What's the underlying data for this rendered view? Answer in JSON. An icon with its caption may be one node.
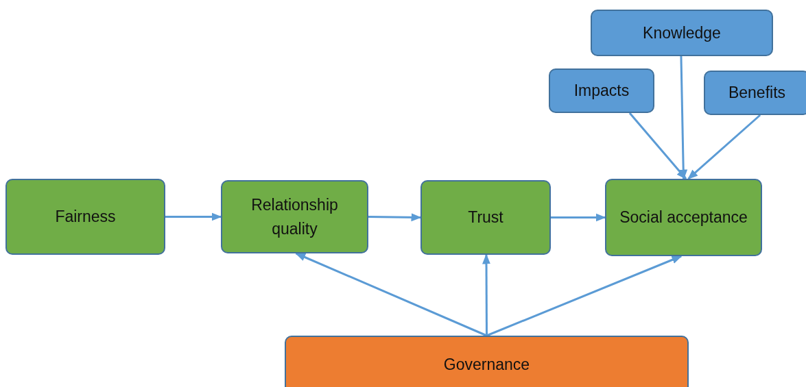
{
  "diagram": {
    "nodes": [
      {
        "text": [
          "Knowledge"
        ]
      },
      {
        "text": [
          "Impacts"
        ]
      },
      {
        "text": [
          "Benefits"
        ]
      },
      {
        "text": [
          "Fairness"
        ]
      },
      {
        "text": [
          "Relationship quality"
        ]
      },
      {
        "text": [
          "Trust"
        ]
      },
      {
        "text": [
          "Social acceptance"
        ]
      },
      {
        "text": [
          "Governance"
        ]
      }
    ],
    "edges": [
      {
        "from": 3,
        "to": 4,
        "arrow": "to"
      },
      {
        "from": 4,
        "to": 5,
        "arrow": "to"
      },
      {
        "from": 5,
        "to": 6,
        "arrow": "to"
      },
      {
        "from": 1,
        "to": 6,
        "arrow": "to"
      },
      {
        "from": 0,
        "to": 6,
        "arrow": "to"
      },
      {
        "from": 2,
        "to": 6,
        "arrow": "to"
      },
      {
        "from": 7,
        "to": 4,
        "arrow": "to"
      },
      {
        "from": 7,
        "to": 5,
        "arrow": "to"
      },
      {
        "from": 7,
        "to": 6,
        "arrow": "to"
      }
    ]
  }
}
